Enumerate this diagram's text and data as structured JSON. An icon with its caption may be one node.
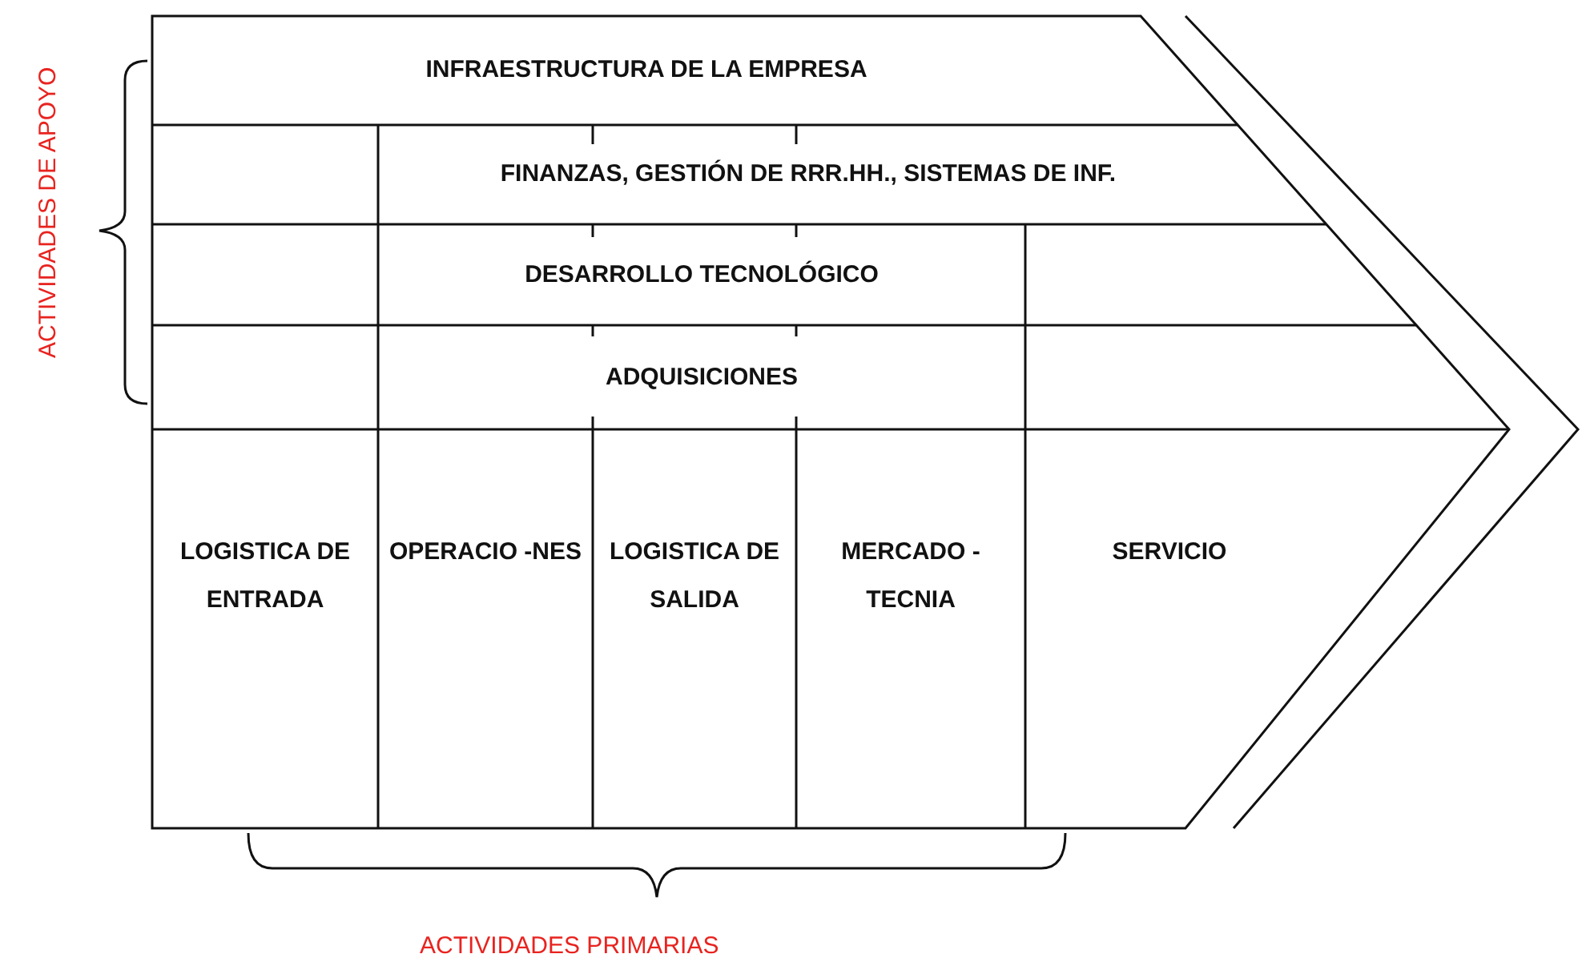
{
  "diagram": {
    "nodes": [
      {
        "text": [
          "INFRAESTRUCTURA DE LA EMPRESA"
        ]
      },
      {
        "text": [
          "FINANZAS, GESTIÓN DE RRR.HH., SISTEMAS DE INF."
        ]
      },
      {
        "text": [
          "DESARROLLO TECNOLÓGICO"
        ]
      },
      {
        "text": [
          "ADQUISICIONES"
        ]
      },
      {
        "text": [
          "LOGISTICA DE ENTRADA"
        ]
      },
      {
        "text": [
          "OPERACIO -NES"
        ]
      },
      {
        "text": [
          "LOGISTICA DE SALIDA"
        ]
      },
      {
        "text": [
          "MERCADO -TECNIA"
        ]
      },
      {
        "text": [
          "SERVICIO"
        ]
      }
    ],
    "labels": [
      "ACTIVIDADES DE APOYO",
      "ACTIVIDADES PRIMARIAS"
    ]
  }
}
